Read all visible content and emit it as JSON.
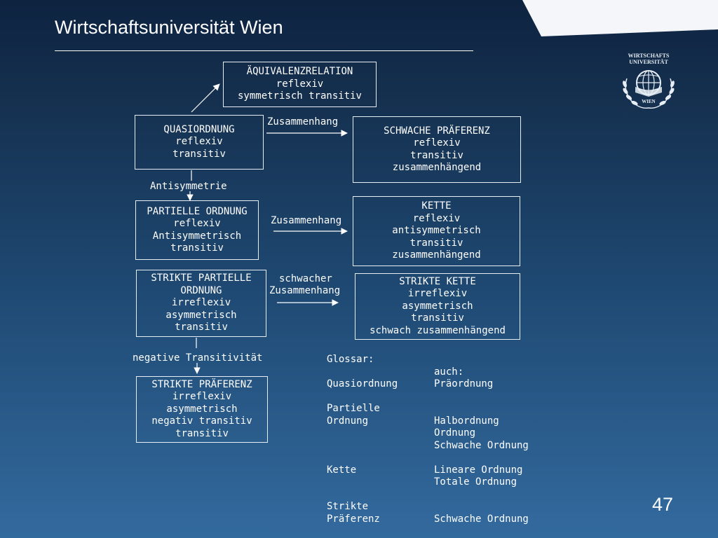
{
  "header": {
    "title": "Wirtschaftsuniversität Wien"
  },
  "logo": {
    "line1": "WIRTSCHAFTS",
    "line2": "UNIVERSITÄT",
    "line3": "WIEN"
  },
  "boxes": {
    "aequivalenz": [
      "ÄQUIVALENZRELATION",
      "reflexiv",
      "symmetrisch transitiv"
    ],
    "quasiordnung": [
      "QUASIORDNUNG",
      "reflexiv",
      "transitiv"
    ],
    "schwache_praeferenz": [
      "SCHWACHE PRÄFERENZ",
      "reflexiv",
      "transitiv",
      "zusammenhängend"
    ],
    "partielle_ordnung": [
      "PARTIELLE ORDNUNG",
      "reflexiv",
      "Antisymmetrisch",
      "transitiv"
    ],
    "kette": [
      "KETTE",
      "reflexiv",
      "antisymmetrisch",
      "transitiv",
      "zusammenhängend"
    ],
    "strikte_partielle_ordnung": [
      "STRIKTE PARTIELLE",
      "ORDNUNG",
      "irreflexiv",
      "asymmetrisch",
      "transitiv"
    ],
    "strikte_kette": [
      "STRIKTE KETTE",
      "irreflexiv",
      "asymmetrisch",
      "transitiv",
      "schwach zusammenhängend"
    ],
    "strikte_praeferenz": [
      "STRIKTE PRÄFERENZ",
      "irreflexiv",
      "asymmetrisch",
      "negativ transitiv",
      "transitiv"
    ]
  },
  "edge_labels": {
    "zusammenhang_1": "Zusammenhang",
    "antisymmetrie": "Antisymmetrie",
    "zusammenhang_2": "Zusammenhang",
    "schwacher": "schwacher",
    "zusammenhang_3": "Zusammenhang",
    "negative_transitivitaet": "negative Transitivität"
  },
  "glossary": {
    "title": "Glossar:",
    "rows": [
      [
        "",
        "auch:"
      ],
      [
        "Quasiordnung",
        "Präordnung"
      ],
      [
        "",
        ""
      ],
      [
        "Partielle",
        ""
      ],
      [
        "Ordnung",
        "Halbordnung"
      ],
      [
        "",
        "Ordnung"
      ],
      [
        "",
        "Schwache Ordnung"
      ],
      [
        "",
        ""
      ],
      [
        "Kette",
        "Lineare Ordnung"
      ],
      [
        "",
        "Totale Ordnung"
      ],
      [
        "",
        ""
      ],
      [
        "Strikte",
        ""
      ],
      [
        "Präferenz",
        "Schwache Ordnung"
      ]
    ]
  },
  "page_number": "47"
}
